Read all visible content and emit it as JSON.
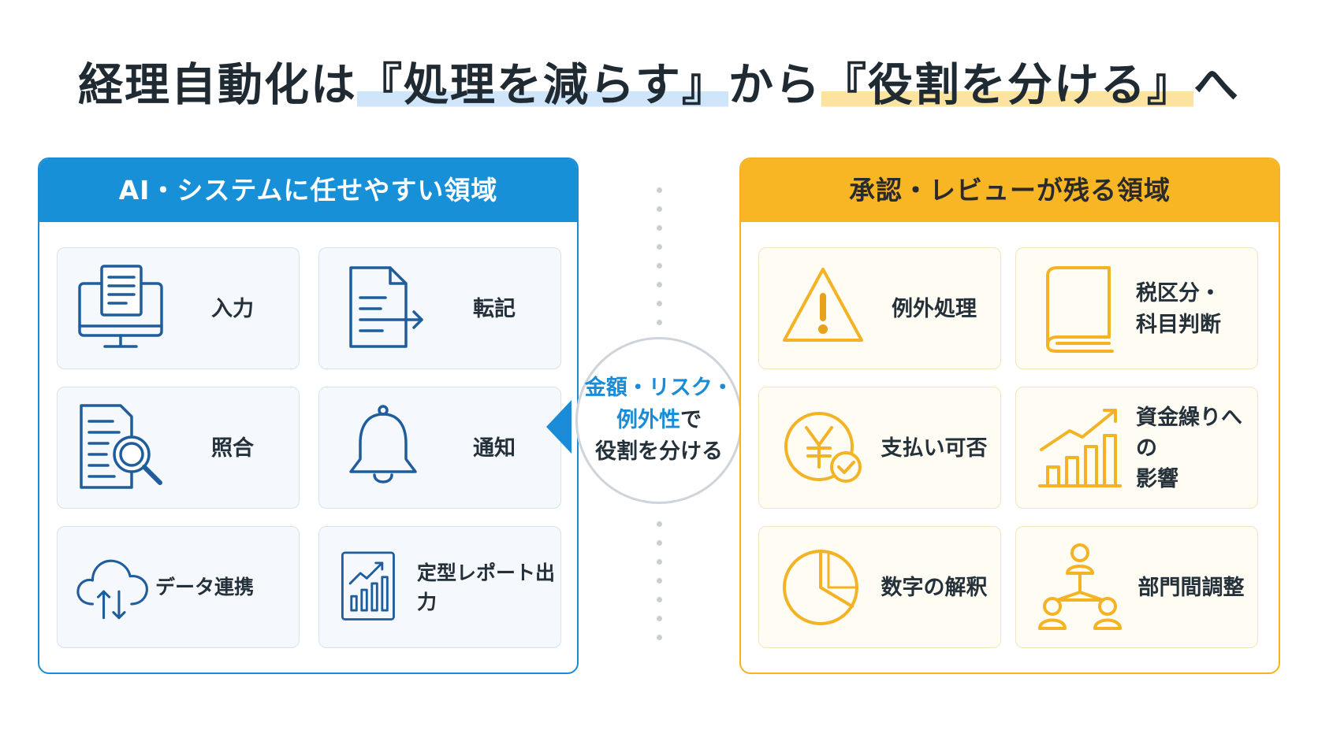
{
  "title": {
    "part1": "経理自動化は",
    "highlight1": "『処理を減らす』",
    "part2": "から",
    "highlight2": "『役割を分ける』",
    "part3": "へ"
  },
  "left_panel": {
    "heading": "AI・システムに任せやすい領域",
    "accent_color": "#1a8bd6",
    "items": [
      {
        "label": "入力",
        "icon": "monitor-document-icon"
      },
      {
        "label": "転記",
        "icon": "document-arrow-icon"
      },
      {
        "label": "照合",
        "icon": "document-magnifier-icon"
      },
      {
        "label": "通知",
        "icon": "bell-icon"
      },
      {
        "label": "データ連携",
        "icon": "cloud-sync-icon"
      },
      {
        "label": "定型レポート出力",
        "icon": "report-chart-icon"
      }
    ]
  },
  "right_panel": {
    "heading": "承認・レビューが残る領域",
    "accent_color": "#f5b321",
    "items": [
      {
        "label": "例外処理",
        "icon": "warning-icon"
      },
      {
        "label_line1": "税区分・",
        "label_line2": "科目判断",
        "icon": "book-icon"
      },
      {
        "label": "支払い可否",
        "icon": "yen-check-icon"
      },
      {
        "label_line1": "資金繰りへの",
        "label_line2": "影響",
        "icon": "growth-chart-icon"
      },
      {
        "label": "数字の解釈",
        "icon": "pie-chart-icon"
      },
      {
        "label": "部門間調整",
        "icon": "org-people-icon"
      }
    ]
  },
  "center": {
    "line1": "金額・リスク・",
    "line2_blue": "例外性",
    "line2_dark": "で",
    "line3": "役割を分ける"
  }
}
